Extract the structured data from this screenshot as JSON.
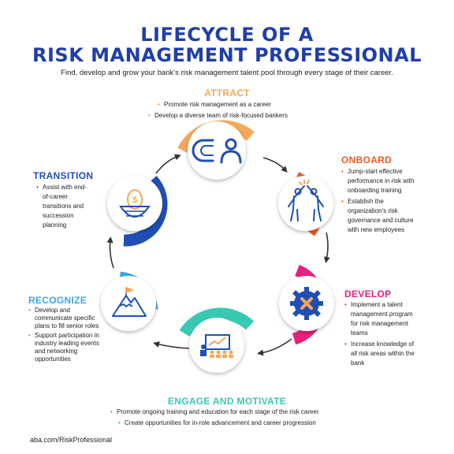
{
  "title_line1": "LIFECYCLE OF A",
  "title_line2": "RISK MANAGEMENT PROFESSIONAL",
  "subtitle": "Find, develop and grow your bank's risk management talent pool through every stage of their career.",
  "stages": {
    "attract": {
      "heading": "ATTRACT",
      "color": "#f5a85a",
      "icon": "magnet-person-icon",
      "bullets": [
        "Promote risk management as a career",
        "Develop a diverse team of risk-focused bankers"
      ]
    },
    "onboard": {
      "heading": "ONBOARD",
      "color": "#f05a28",
      "icon": "high-five-icon",
      "bullets": [
        "Jump-start effective performance in risk with onboarding training",
        "Establish the organization's risk governance and culture with new employees"
      ]
    },
    "develop": {
      "heading": "DEVELOP",
      "color": "#e8207c",
      "icon": "gear-icon",
      "bullets": [
        "Implement a talent management program for risk management teams",
        "Increase knowledge of all risk areas within the bank"
      ]
    },
    "engage": {
      "heading": "ENGAGE AND MOTIVATE",
      "color": "#38c9b4",
      "icon": "presentation-icon",
      "bullets": [
        "Promote ongoing training and education for each stage of the risk career",
        "Create opportunities for in-role advancement and career progression"
      ]
    },
    "recognize": {
      "heading": "RECOGNIZE",
      "color": "#3ea6e8",
      "icon": "mountain-flag-icon",
      "bullets": [
        "Develop and communicate specific plans to fill senior roles",
        "Support participation in industry leading events and networking opportunities"
      ]
    },
    "transition": {
      "heading": "TRANSITION",
      "color": "#1f4fb5",
      "icon": "nest-egg-icon",
      "bullets": [
        "Assist with end-of-career transitions and succession planning"
      ]
    }
  },
  "icon_labels": {
    "nest_egg_symbol": "$"
  },
  "footer": "aba.com/RiskProfessional"
}
